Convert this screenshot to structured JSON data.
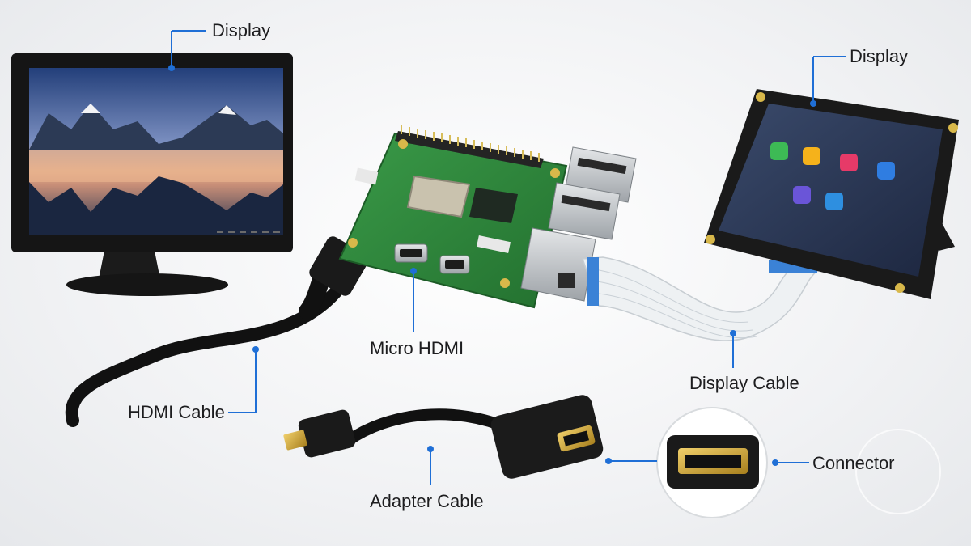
{
  "labels": {
    "display_left": "Display",
    "display_right": "Display",
    "micro_hdmi": "Micro HDMI",
    "hdmi_cable": "HDMI Cable",
    "display_cable": "Display Cable",
    "adapter_cable": "Adapter Cable",
    "connector": "Connector"
  },
  "colors": {
    "callout": "#1f6fd6",
    "pcb": "#2f8a3e",
    "cable": "#141414",
    "gold": "#c9a23a",
    "ribbon": "#e9edf0",
    "bezel": "#1a1a1a"
  },
  "tablet_apps": [
    {
      "icon": "chat-icon",
      "color": "#3dba55"
    },
    {
      "icon": "mail-icon",
      "color": "#f5b21b"
    },
    {
      "icon": "music-icon",
      "color": "#e63a68"
    },
    {
      "icon": "contacts-icon",
      "color": "#2f7de1"
    },
    {
      "icon": "settings-icon",
      "color": "#6a55d8"
    },
    {
      "icon": "globe-icon",
      "color": "#2e8fe0"
    }
  ]
}
